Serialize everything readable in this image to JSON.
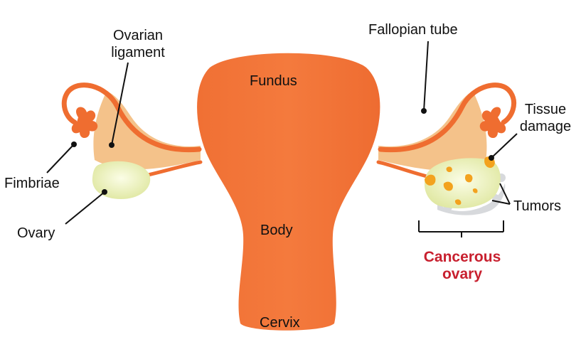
{
  "labels": {
    "ovarian_ligament": [
      "Ovarian",
      "ligament"
    ],
    "fallopian_tube": "Fallopian tube",
    "fundus": "Fundus",
    "tissue_damage": [
      "Tissue",
      "damage"
    ],
    "fimbriae": "Fimbriae",
    "ovary": "Ovary",
    "tumors": "Tumors",
    "body": "Body",
    "cancerous_ovary": [
      "Cancerous",
      "ovary"
    ],
    "cervix": "Cervix"
  },
  "colors": {
    "uterus": "#f2733a",
    "uterus_shade": "#e7612a",
    "ligament": "#f4c28a",
    "ovary": "#eef3bf",
    "damage": "#f3a21e",
    "tumor": "#d7d9dc",
    "accent_text": "#c8202f"
  }
}
